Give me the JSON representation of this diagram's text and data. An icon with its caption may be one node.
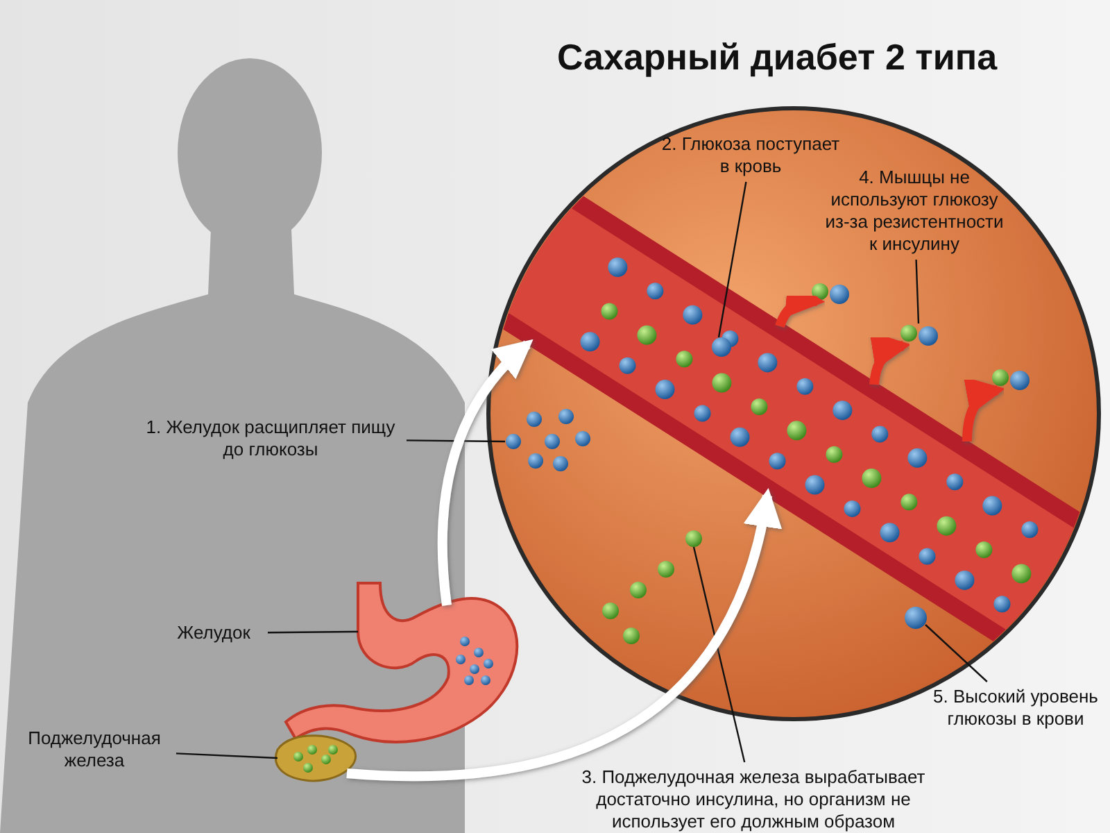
{
  "diagram": {
    "title": "Сахарный диабет 2 типа",
    "nodes": [
      {
        "text": [
          "1. Желудок расщипляет пищу до глюкозы"
        ]
      },
      {
        "text": [],
        "shape": "picture"
      },
      {
        "text": [
          "2. Глюкоза поступает в кровь"
        ]
      },
      {
        "text": [],
        "shape": "circle",
        "in": 14
      },
      {
        "text": [
          "4. Мышцы не используют глюкозу из-за резистентности к инсулину"
        ]
      },
      {
        "text": [],
        "shape": "picture"
      },
      {
        "text": [
          "Желудок"
        ]
      },
      {
        "text": [],
        "shape": "picture"
      },
      {
        "text": [
          "Поджелудочная железа"
        ]
      },
      {
        "text": [],
        "shape": "picture"
      },
      {
        "text": [
          "3. Поджелудочная железа вырабатывает достаточно инсулина, но организм не использует его должным образом"
        ]
      },
      {
        "text": [],
        "shape": "picture"
      },
      {
        "text": [
          "5. Высокий уровень глюкозы в крови"
        ]
      },
      {
        "text": [],
        "shape": "circle"
      },
      {
        "text": [],
        "shape": "picture"
      },
      {
        "text": [],
        "shape": "picture"
      },
      {
        "text": [],
        "shape": "picture"
      }
    ],
    "edges": [
      {
        "from": 0,
        "to": 1,
        "arrow": "none"
      },
      {
        "from": 2,
        "to": 3,
        "arrow": "none"
      },
      {
        "from": 4,
        "to": 5,
        "arrow": "none"
      },
      {
        "from": 6,
        "to": 7,
        "arrow": "none"
      },
      {
        "from": 8,
        "to": 9,
        "arrow": "none"
      },
      {
        "from": 10,
        "to": 11,
        "arrow": "none"
      },
      {
        "from": 12,
        "to": 13,
        "arrow": "none"
      },
      {
        "from": 7,
        "to": 14,
        "arrow": "to",
        "style": "thick",
        "color": "#ffffff"
      },
      {
        "from": 9,
        "to": 14,
        "arrow": "to",
        "style": "thick",
        "color": "#ffffff"
      },
      {
        "from": 14,
        "to": 15,
        "arrow": "to",
        "style": "thick",
        "color": "#e53222"
      },
      {
        "from": 14,
        "to": 5,
        "arrow": "to",
        "style": "thick",
        "color": "#e53222"
      },
      {
        "from": 14,
        "to": 16,
        "arrow": "to",
        "style": "thick",
        "color": "#e53222"
      }
    ]
  }
}
